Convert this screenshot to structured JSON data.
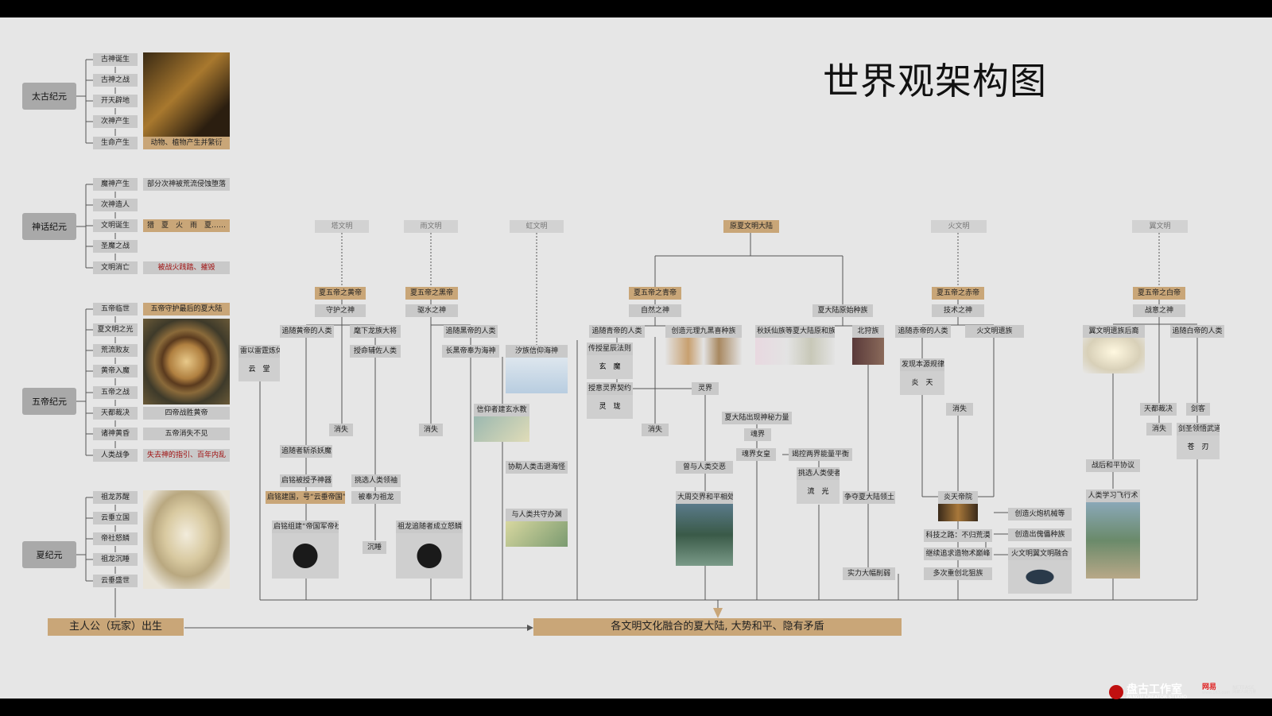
{
  "title": "世界观架构图",
  "eras": {
    "taigu": "太古纪元",
    "shenhua": "神话纪元",
    "wudi": "五帝纪元",
    "xia": "夏纪元"
  },
  "taigu_items": [
    "古神诞生",
    "古神之战",
    "开天辟地",
    "次神产生",
    "生命产生"
  ],
  "taigu_note": "动物、植物产生并繁衍",
  "shenhua_items": [
    "魔神产生",
    "次神造人",
    "文明诞生",
    "圣魔之战",
    "文明消亡"
  ],
  "shenhua_notes": [
    "部分次神被荒流侵蚀堕落",
    "",
    "猎　夏　火　雨　夏……",
    "",
    "被战火践踏、摧毁"
  ],
  "wudi_items": [
    "五帝临世",
    "夏文明之光",
    "荒流败友",
    "黄帝入魔",
    "五帝之战",
    "天都裁决",
    "诸神黄昏",
    "人类战争"
  ],
  "wudi_notes": [
    "五帝守护最后的夏大陆",
    "四帝战胜黄帝",
    "五帝消失不见",
    "失去神的指引、百年内乱"
  ],
  "xia_items": [
    "祖龙苏醒",
    "云垂立国",
    "帝社怒鳞",
    "祖龙沉睡",
    "云垂盛世"
  ],
  "bottom": {
    "protagonist": "主人公（玩家）出生",
    "outcome": "各文明文化融合的夏大陆, 大势和平、隐有矛盾"
  },
  "civs": [
    "塔文明",
    "雨文明",
    "虹文明",
    "原夏文明大陆",
    "火文明",
    "翼文明"
  ],
  "emperors": {
    "yellow": "夏五帝之黄帝",
    "black": "夏五帝之黑帝",
    "green": "夏五帝之青帝",
    "red": "夏五帝之赤帝",
    "white": "夏五帝之白帝"
  },
  "gods": {
    "guard": "守护之神",
    "water": "驱水之神",
    "nature": "自然之神",
    "tech": "技术之神",
    "war": "战意之神",
    "native": "夏大陆原始种族"
  },
  "nodes": {
    "follow_yellow": "追随黄帝的人类",
    "general": "麾下龙族大将",
    "thunder": "雷以雷霆炼体",
    "assist": "授命辅佐人类",
    "vanish1": "消失",
    "seek": "追随者斩杀妖魔",
    "sacred": "启铭被授予神器",
    "choose": "挑选人类领袖",
    "found": "启铭建国，号“云垂帝国”",
    "deified": "被奉为祖龙",
    "found2": "启铭组建“帝国军帝社”",
    "sink": "沉睡",
    "follow_black": "追随黑帝的人类",
    "serve_black": "长黑帝奉为海神",
    "sea": "汐族信仰海神",
    "vanish2": "消失",
    "temple": "信仰者建玄水教",
    "help": "协助人类击退海怪",
    "coexist": "与人类共守办渊",
    "follower_rebel": "祖龙追随者成立怒鳞",
    "follow_green": "追随青帝的人类",
    "create_pet": "创造元理九黑喜种族",
    "rule": "传授星辰法则",
    "spirit_contract": "授意灵界契约",
    "spirit_world": "灵界",
    "vanish3": "消失",
    "mystery": "夏大陆出现神秘力量",
    "soul": "魂界",
    "soul_king": "魂界女皇",
    "balance": "竭控两界能量平衡",
    "spirit_messenger": "挑选人类使者",
    "meet": "曾与人类交恶",
    "war_land": "大周交界和平相处",
    "native_races": "秋妖仙族等夏大陆原和族",
    "northern": "北狩族",
    "contest": "争夺夏大陆领土",
    "split": "实力大幅削弱",
    "follow_red": "追随赤帝的人类",
    "fire_tribe": "火文明遗族",
    "discover": "发现本源规律",
    "vanish4": "消失",
    "disaster": "炎天帝院",
    "tech_road": "科技之路：不归荒漠",
    "mech": "创造火炮机械等",
    "puppet": "创造出傀儡种族",
    "pursue": "继续追求造物术巅峰",
    "reject": "多次重创北狙族",
    "fuse": "火文明翼文明融合",
    "wing_tribe": "翼文明遗族后裔",
    "follow_white": "追随白帝的人类",
    "tiandu": "天都裁决",
    "sword": "剑客",
    "vanish5": "消失",
    "sword_saint": "剑圣领悟武道",
    "peace": "战后和平协议",
    "fly": "人类学习飞行术"
  },
  "emblems": {
    "thunder": "云　堂",
    "rule": "玄　魔",
    "spirit": "灵　珑",
    "soul": "流　光",
    "discover": "炎　天",
    "sword": "苍　刃"
  },
  "logo": {
    "studio": "盘古工作室",
    "studio_en": "PANGU CREATOR STUDIO",
    "netease": "网易",
    "netease_sub": "www.163.com",
    "netease_en": "NETEASE",
    "netease_sub2": "网聚人的力量"
  }
}
